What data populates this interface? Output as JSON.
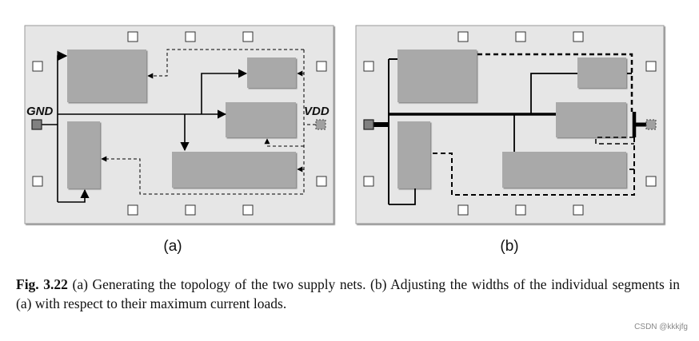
{
  "panels": {
    "a": {
      "label": "(a)",
      "gnd_label": "GND",
      "vdd_label": "VDD"
    },
    "b": {
      "label": "(b)"
    }
  },
  "caption": {
    "fig_label": "Fig. 3.22",
    "text": " (a) Generating the topology of the two supply nets. (b) Adjusting the widths of the individual segments in (a) with respect to their maximum current loads."
  },
  "watermark": "CSDN @kkkjfg",
  "colors": {
    "panel_bg": "#e6e6e6",
    "block": "#a9a9a9",
    "gnd_pin": "#808080",
    "vdd_pin": "#a0a0a0",
    "line": "#000000"
  }
}
